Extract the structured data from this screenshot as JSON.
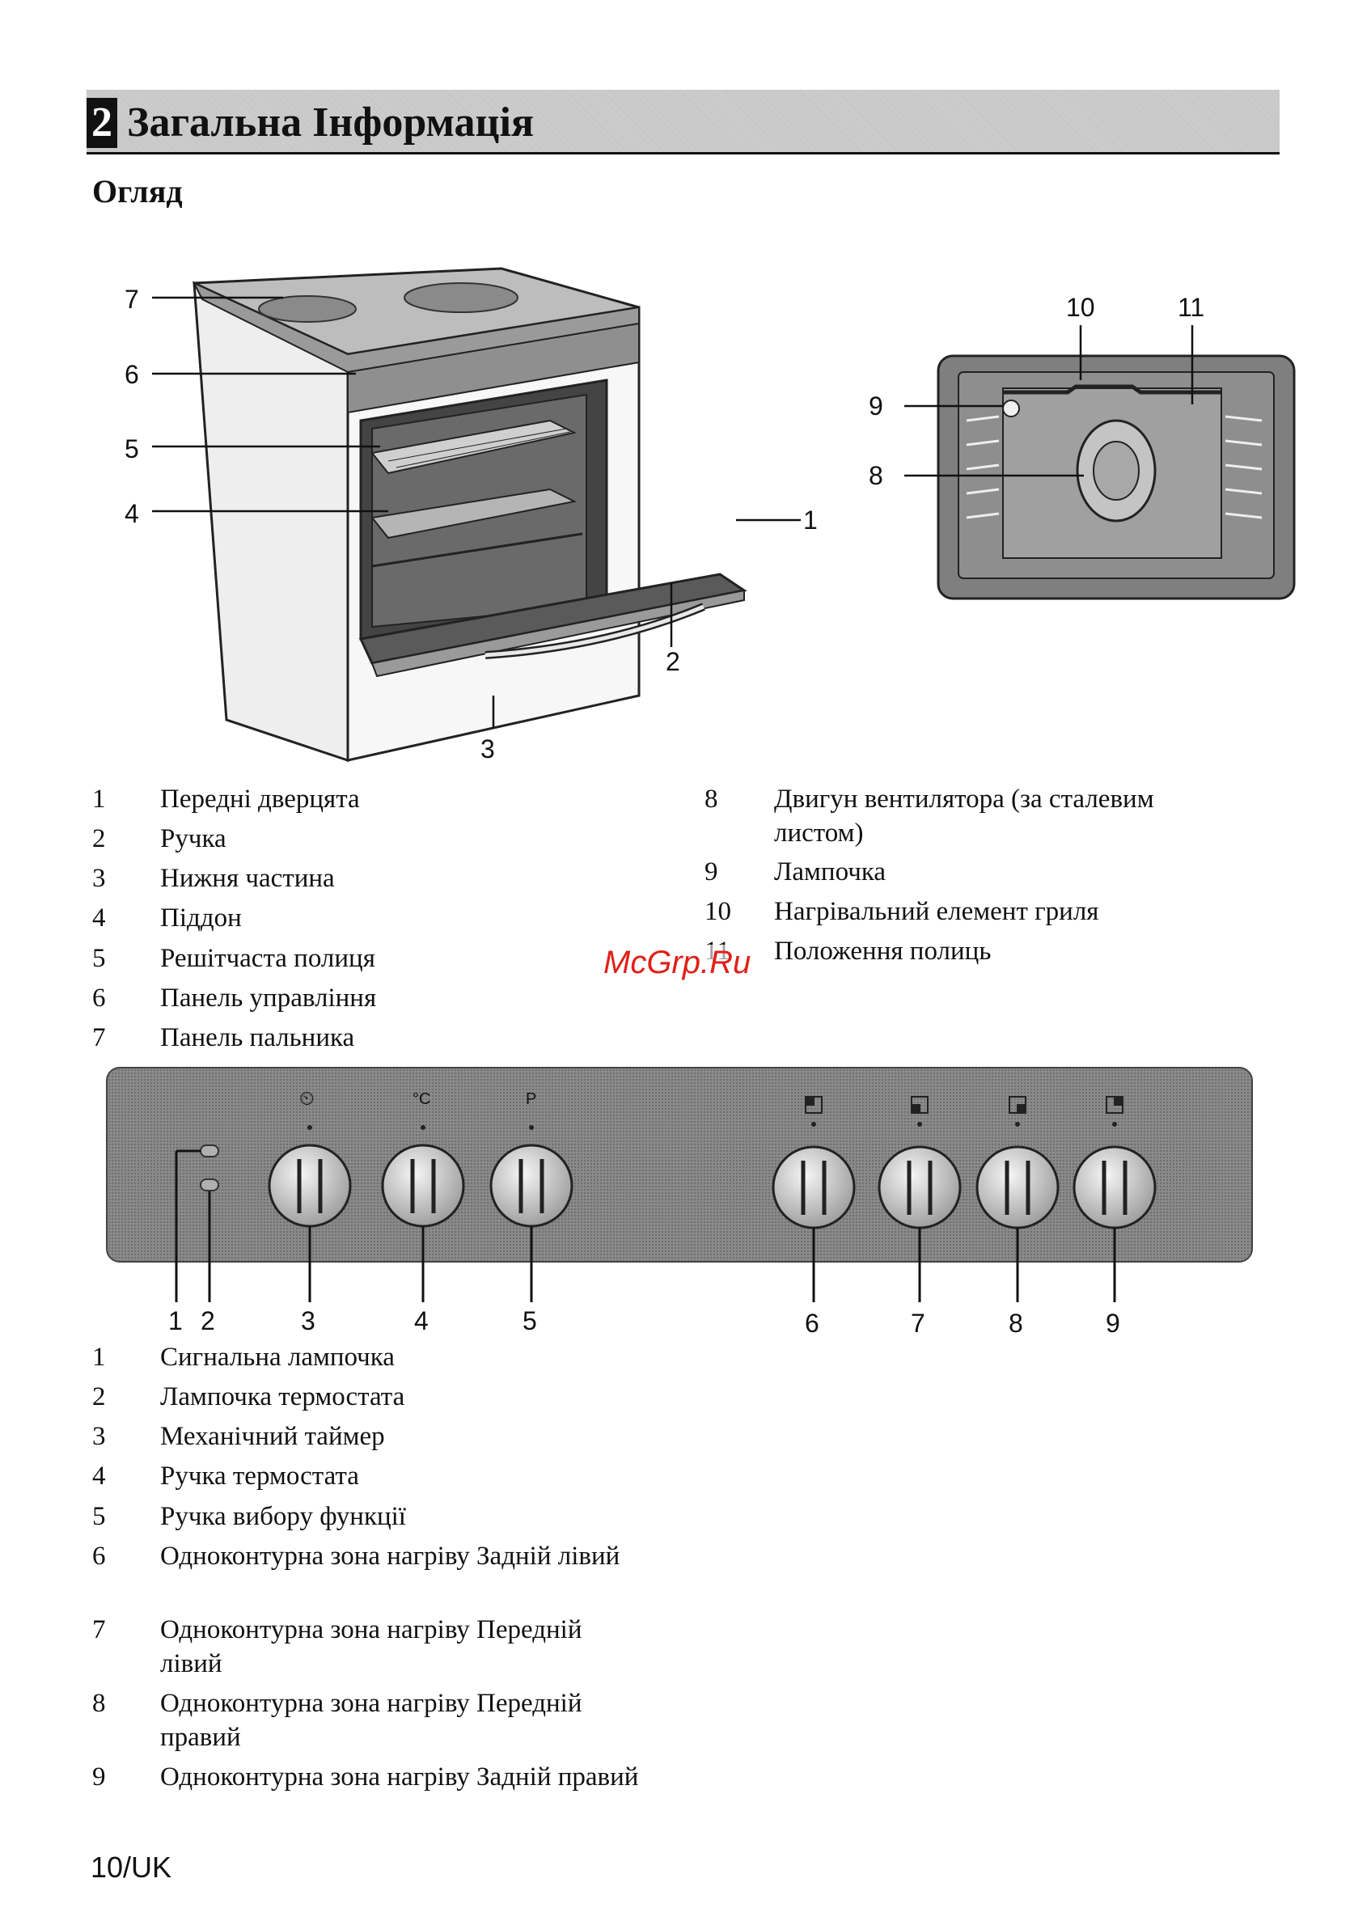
{
  "header": {
    "chapter_number": "2",
    "chapter_title": "Загальна Інформація"
  },
  "section_title": "Огляд",
  "oven_figure": {
    "callouts": [
      "1",
      "2",
      "3",
      "4",
      "5",
      "6",
      "7"
    ]
  },
  "interior_figure": {
    "callouts": [
      "8",
      "9",
      "10",
      "11"
    ]
  },
  "parts_list": [
    {
      "num": "1",
      "text": "Передні дверцята"
    },
    {
      "num": "2",
      "text": "Ручка"
    },
    {
      "num": "3",
      "text": "Нижня частина"
    },
    {
      "num": "4",
      "text": "Піддон"
    },
    {
      "num": "5",
      "text": "Решітчаста полиця"
    },
    {
      "num": "6",
      "text": "Панель управління"
    },
    {
      "num": "7",
      "text": "Панель пальника"
    },
    {
      "num": "8",
      "text": "Двигун вентилятора (за сталевим листом)"
    },
    {
      "num": "9",
      "text": "Лампочка"
    },
    {
      "num": "10",
      "text": "Нагрівальний елемент гриля"
    },
    {
      "num": "11",
      "text": "Положення полиць"
    }
  ],
  "control_panel_figure": {
    "callouts": [
      "1",
      "2",
      "3",
      "4",
      "5",
      "6",
      "7",
      "8",
      "9"
    ],
    "knob_symbols": [
      "⏲",
      "°C",
      "P"
    ]
  },
  "controls_list": [
    {
      "num": "1",
      "text": "Сигнальна лампочка"
    },
    {
      "num": "2",
      "text": "Лампочка термостата"
    },
    {
      "num": "3",
      "text": "Механічний таймер"
    },
    {
      "num": "4",
      "text": "Ручка термостата"
    },
    {
      "num": "5",
      "text": "Ручка вибору функції"
    },
    {
      "num": "6",
      "text": "Одноконтурна зона нагріву Задній лівий"
    },
    {
      "num": "7",
      "text": "Одноконтурна зона нагріву Передній лівий"
    },
    {
      "num": "8",
      "text": "Одноконтурна зона нагріву Передній правий"
    },
    {
      "num": "9",
      "text": "Одноконтурна зона нагріву Задній правий"
    }
  ],
  "watermark": "McGrp.Ru",
  "page_number": "10/UK"
}
